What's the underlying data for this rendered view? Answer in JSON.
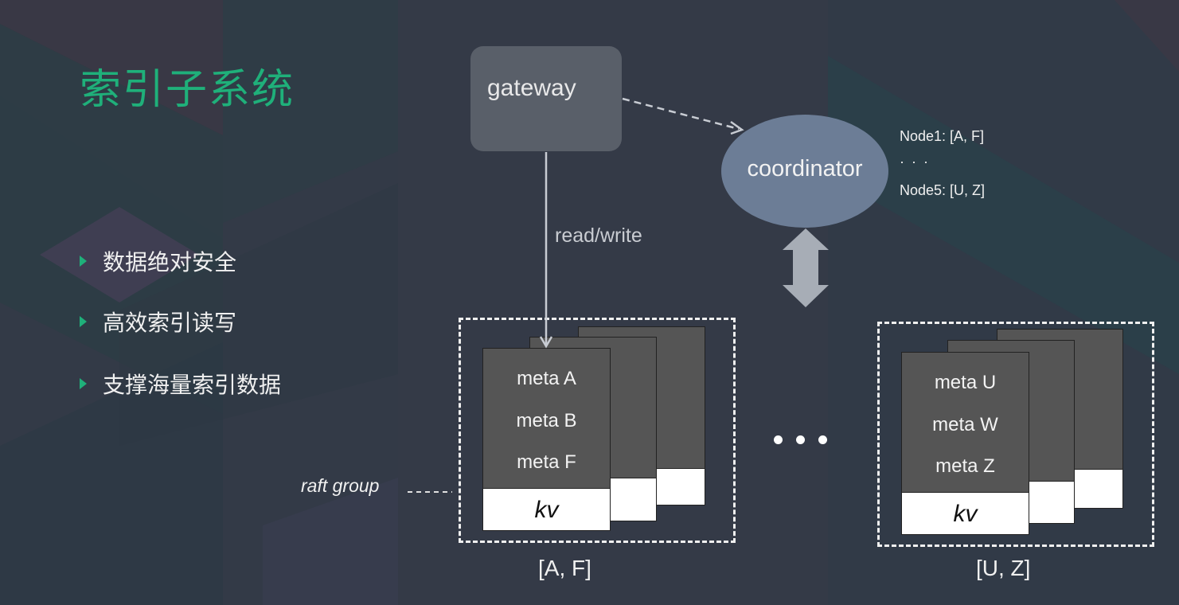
{
  "slide": {
    "title": "索引子系统",
    "bullets": [
      "数据绝对安全",
      "高效索引读写",
      "支撑海量索引数据"
    ],
    "accent_color": "#1fb07a"
  },
  "diagram": {
    "gateway_label": "gateway",
    "coordinator_label": "coordinator",
    "read_write_label": "read/write",
    "node_map": {
      "first": "Node1:  [A, F]",
      "ellipsis": "· · ·",
      "last": "Node5:  [U, Z]"
    },
    "raft_group_label": "raft group",
    "groups": [
      {
        "range": "[A, F]",
        "metas": [
          "meta A",
          "meta B",
          "meta F"
        ],
        "kv_label": "kv"
      },
      {
        "range": "[U, Z]",
        "metas": [
          "meta U",
          "meta W",
          "meta Z"
        ],
        "kv_label": "kv"
      }
    ],
    "colors": {
      "gateway": "#5c616b",
      "coordinator": "#6c7d96",
      "card": "#555555",
      "arrow": "#a7adb6"
    }
  }
}
